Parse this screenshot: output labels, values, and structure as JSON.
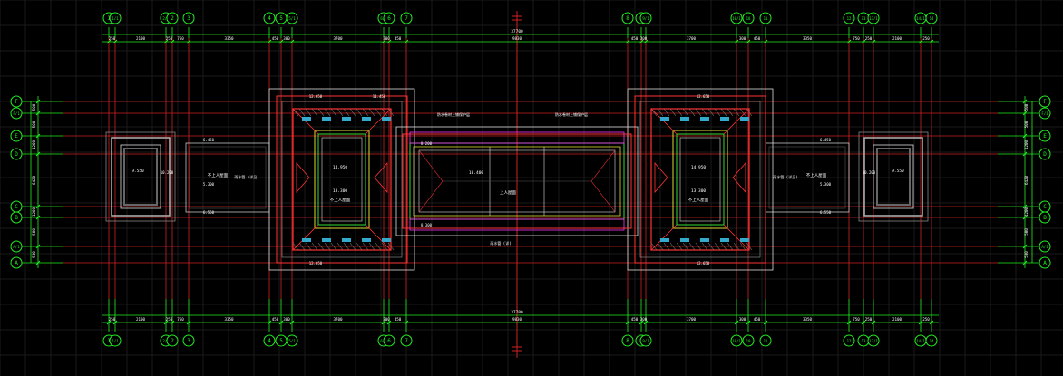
{
  "colors": {
    "background": "#000000",
    "grid": "#1a1a1a",
    "axis_line": "#cc2222",
    "dimension": "#22ee22",
    "bubble": "#22ee22",
    "wall": "#ff3333",
    "detail": "#dddddd",
    "accent": "#ff33ff",
    "text_white": "#ffffff"
  },
  "axes_top": [
    "1",
    "1/1",
    "2/1",
    "2",
    "3",
    "4",
    "5",
    "5/1",
    "6/1",
    "6",
    "7",
    "8",
    "9",
    "9/1",
    "10/1",
    "10",
    "11",
    "12",
    "13",
    "13/1",
    "14/1",
    "14"
  ],
  "axes_bottom": [
    "1",
    "1/1",
    "2/1",
    "2",
    "3",
    "4",
    "5",
    "5/1",
    "6/1",
    "6",
    "7",
    "8",
    "9",
    "9/1",
    "10/1",
    "10",
    "11",
    "12",
    "13",
    "13/1",
    "14/1",
    "14"
  ],
  "axes_left": [
    "F",
    "F/1",
    "E",
    "D",
    "C",
    "B",
    "A/1",
    "A"
  ],
  "axes_right": [
    "F",
    "F/1",
    "E",
    "D",
    "C",
    "B",
    "A/1",
    "A"
  ],
  "dims_top": [
    "250",
    "2100",
    "250",
    "750",
    "3350",
    "450",
    "300",
    "3700",
    "300",
    "450",
    "9830",
    "450",
    "300",
    "3700",
    "300",
    "450",
    "3350",
    "750",
    "250",
    "2100",
    "250"
  ],
  "dims_bottom": [
    "250",
    "2100",
    "250",
    "750",
    "3350",
    "450",
    "300",
    "3700",
    "300",
    "450",
    "9830",
    "450",
    "300",
    "3700",
    "300",
    "450",
    "3350",
    "750",
    "250",
    "2100",
    "250"
  ],
  "total_top": "37700",
  "total_bottom": "37700",
  "dims_left": [
    "500",
    "500",
    "1200",
    "6420",
    "1200",
    "500",
    "500"
  ],
  "dims_right": [
    "500",
    "500",
    "1200",
    "6420",
    "1200",
    "500",
    "500"
  ],
  "labels": {
    "left_pool_elev": "9.550",
    "left_pool_elev2": "10.200",
    "left_bridge_top": "6.450",
    "left_bridge_bottom": "6.550",
    "left_room_label": "不上人屋面",
    "left_room_elev": "5.300",
    "left_note": "雨水管 (详见)",
    "left_tower_top": "12.650",
    "left_tower_bottom": "12.650",
    "left_tower_elev": "14.950",
    "left_tower_mid": "13.300",
    "left_tower_label": "不上人屋面",
    "left_tower_side": "11.450",
    "center_title_left": "防水卷材上铺保护层",
    "center_title_right": "防水卷材上铺保护层",
    "center_elev": "8.200",
    "center_elev_bottom": "8.300",
    "center_room": "上人屋面",
    "center_mid_elev": "10.400",
    "center_note": "雨水管 (详)",
    "right_tower_top": "12.650",
    "right_tower_bottom": "12.650",
    "right_tower_elev": "14.950",
    "right_tower_mid": "13.300",
    "right_tower_label": "不上人屋面",
    "right_bridge_top": "6.450",
    "right_bridge_bottom": "6.550",
    "right_room_label": "不上人屋面",
    "right_room_elev": "5.300",
    "right_pool_elev": "9.550",
    "right_pool_elev2": "10.200",
    "right_note": "雨水管 (详见)"
  }
}
